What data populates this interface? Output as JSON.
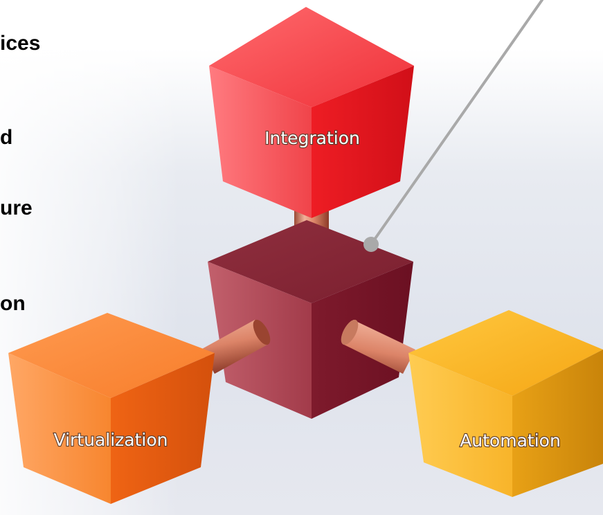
{
  "left_text": [
    "ices",
    "d",
    "ure",
    "on"
  ],
  "cubes": {
    "top": {
      "label": "Integration",
      "color": "#e8202a"
    },
    "left": {
      "label": "Virtualization",
      "color": "#f06a1c"
    },
    "right": {
      "label": "Automation",
      "color": "#f7b21e"
    },
    "center": {
      "label": "",
      "color": "#8e1f30"
    }
  },
  "connector_color": "#e59577",
  "callout_line_color": "#a9a9a9"
}
